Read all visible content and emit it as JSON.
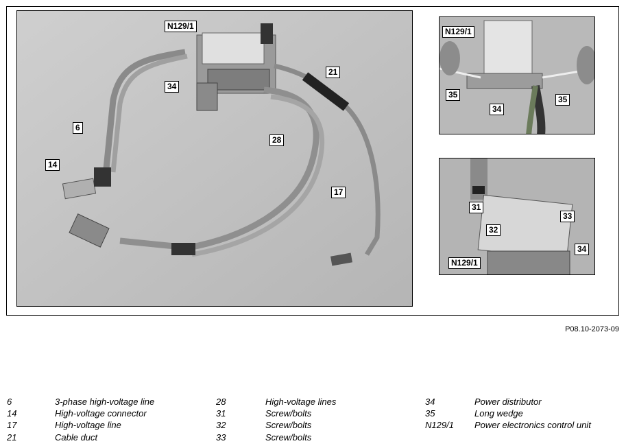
{
  "figure_ref": "P08.10-2073-09",
  "callouts": {
    "main": [
      "N129/1",
      "21",
      "34",
      "6",
      "14",
      "28",
      "17"
    ],
    "top_right": [
      "N129/1",
      "35",
      "34",
      "35"
    ],
    "bottom_right": [
      "31",
      "32",
      "33",
      "34",
      "N129/1"
    ]
  },
  "legend": [
    {
      "num": "6",
      "text": "3-phase high-voltage line"
    },
    {
      "num": "14",
      "text": "High-voltage connector"
    },
    {
      "num": "17",
      "text": "High-voltage line"
    },
    {
      "num": "21",
      "text": "Cable duct"
    },
    {
      "num": "28",
      "text": "High-voltage lines"
    },
    {
      "num": "31",
      "text": "Screw/bolts"
    },
    {
      "num": "32",
      "text": "Screw/bolts"
    },
    {
      "num": "33",
      "text": "Screw/bolts"
    },
    {
      "num": "34",
      "text": "Power distributor"
    },
    {
      "num": "35",
      "text": "Long wedge"
    },
    {
      "num": "N129/1",
      "text": "Power electronics control unit"
    }
  ]
}
